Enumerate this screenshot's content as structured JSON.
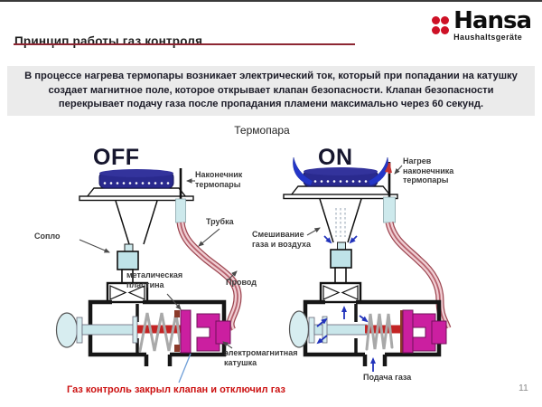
{
  "header": {
    "title": "Принцип работы газ контроля",
    "logo": {
      "brand": "Hansa",
      "subtitle": "Haushaltsgeräte"
    }
  },
  "intro": {
    "text": "В процессе нагрева термопары  возникает электрический ток, который при попадании на катушку  создает магнитное поле, которое открывает клапан безопасности.  Клапан безопасности перекрывает подачу газа после пропадания пламени максимально через 60 секунд."
  },
  "diagram": {
    "heading": "Термопара",
    "off": {
      "state_label": "OFF",
      "labels": {
        "tip": "Наконечник термопары",
        "tube": "Трубка",
        "nozzle": "Сопло",
        "metal_plate": "металическая пластина",
        "wire": "Провод",
        "coil": "электромагнитная катушка"
      },
      "caption": "Газ контроль закрыл клапан и отключил газ"
    },
    "on": {
      "state_label": "ON",
      "labels": {
        "tip_heating": "Нагрев наконечника термопары",
        "mixing": "Смешивание газа и воздуха",
        "gas_supply": "Подача газа"
      }
    }
  },
  "footer": {
    "page_number": "11"
  },
  "colors": {
    "accent_rule": "#8d2733",
    "hansa_red": "#ce1126",
    "burner_blue": "#2a2a8e",
    "flame_blue": "#2436c8",
    "magnet_magenta": "#cb1fa0",
    "tube_pink": "#f0cdd2",
    "caption_red": "#cc1111"
  }
}
